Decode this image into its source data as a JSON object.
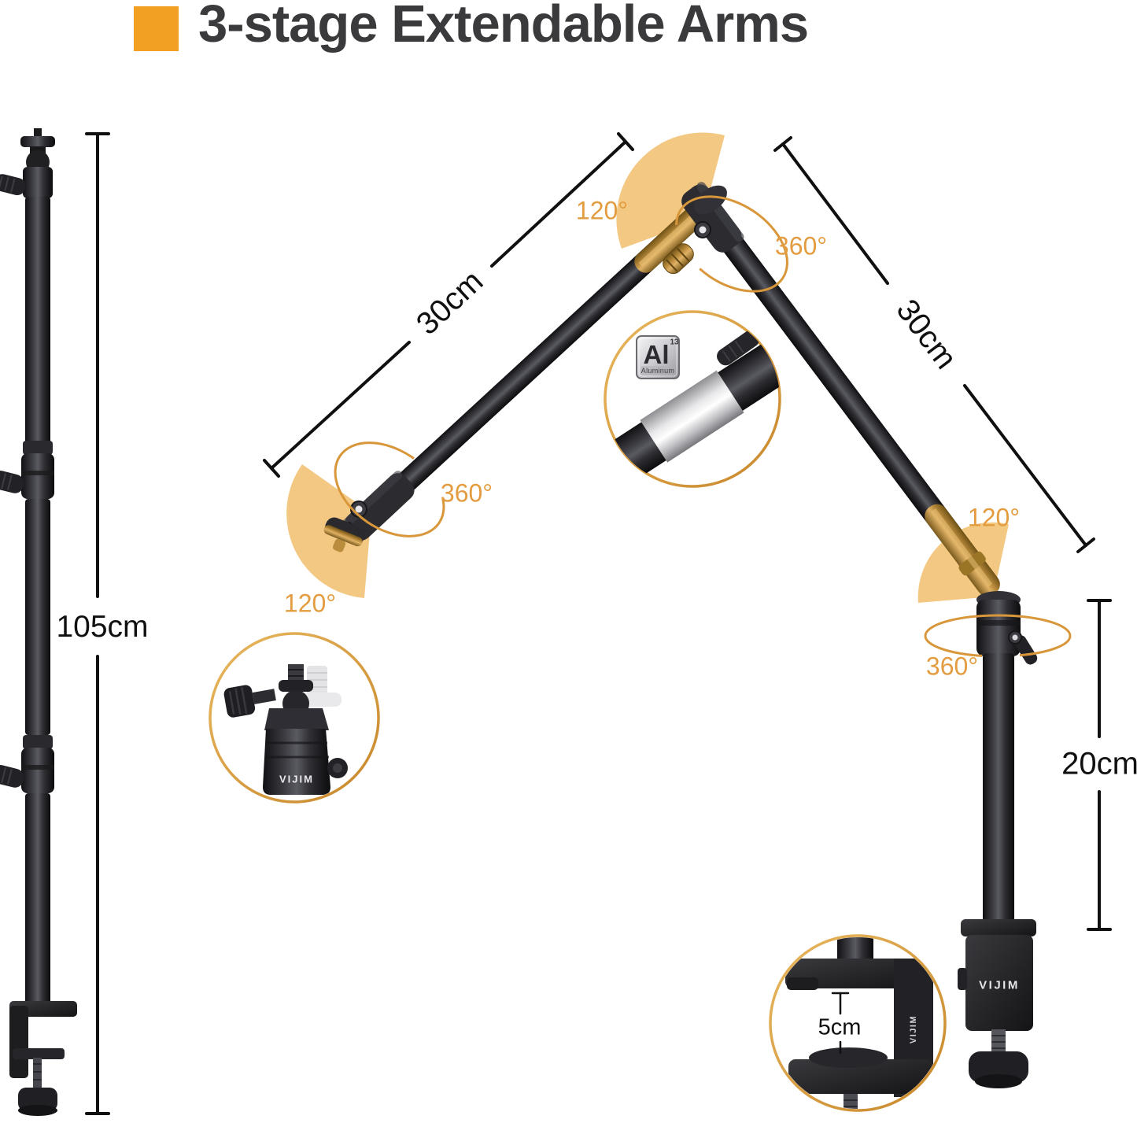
{
  "header": {
    "title": "3-stage Extendable Arms"
  },
  "brand": "VIJIM",
  "dimensions": {
    "pole_total": "105cm",
    "arm_left": "30cm",
    "arm_right": "30cm",
    "riser": "20cm",
    "clamp_opening": "5cm"
  },
  "angles": {
    "apex_tilt": "120°",
    "apex_swivel": "360°",
    "elbow_swivel": "360°",
    "elbow_tilt": "120°",
    "base_tilt": "120°",
    "base_swivel": "360°"
  },
  "aluminum_badge": {
    "symbol": "Al",
    "atomic_number": "13",
    "label": "Aluminum"
  },
  "colors": {
    "accent_orange": "#F2A024",
    "angle_label": "#E39C3F",
    "fan_fill": "#F2C47A",
    "callout_ring": "#D9A24A",
    "title_text": "#3A3A3C",
    "dimension_ink": "#101010"
  }
}
